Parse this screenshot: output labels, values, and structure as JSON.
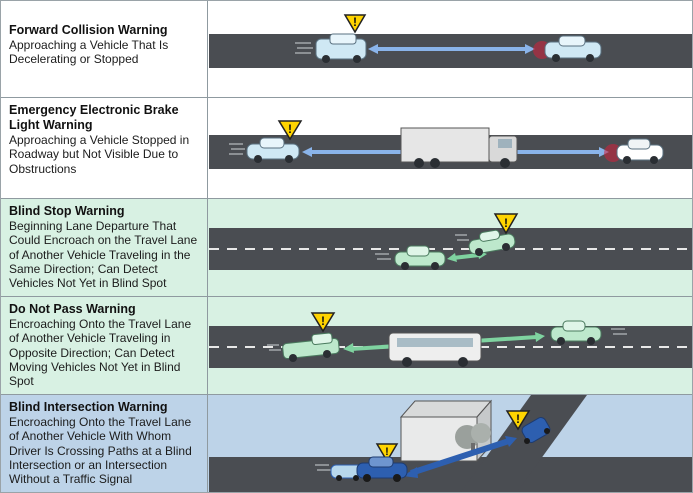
{
  "rows": [
    {
      "title": "Forward Collision Warning",
      "description": "Approaching a Vehicle That Is Decelerating or Stopped"
    },
    {
      "title": "Emergency Electronic Brake Light Warning",
      "description": "Approaching a Vehicle Stopped in Roadway but Not Visible Due to Obstructions"
    },
    {
      "title": "Blind Stop Warning",
      "description": "Beginning Lane Departure That Could Encroach on the Travel Lane of Another Vehicle Traveling in the Same Direction; Can Detect Vehicles Not Yet in Blind Spot"
    },
    {
      "title": "Do Not Pass Warning",
      "description": "Encroaching Onto the Travel Lane of Another Vehicle Traveling in Opposite Direction; Can Detect Moving Vehicles Not Yet in Blind Spot"
    },
    {
      "title": "Blind Intersection Warning",
      "description": "Encroaching Onto the Travel Lane of Another Vehicle With Whom Driver Is Crossing Paths at a Blind Intersection or an Intersection Without a Traffic Signal"
    }
  ],
  "warning_icon": "!",
  "colors": {
    "road": "#4a4d52",
    "row_white": "#ffffff",
    "row_mint": "#d8f1e3",
    "row_blue": "#bdd3e8",
    "car": "#cfe8f4",
    "car_green": "#bde8cc",
    "warning_yellow": "#ffd400",
    "arrow_blue": "#8ab4ea",
    "arrow_green": "#7fd3a0",
    "brake_red": "#d4203a"
  }
}
